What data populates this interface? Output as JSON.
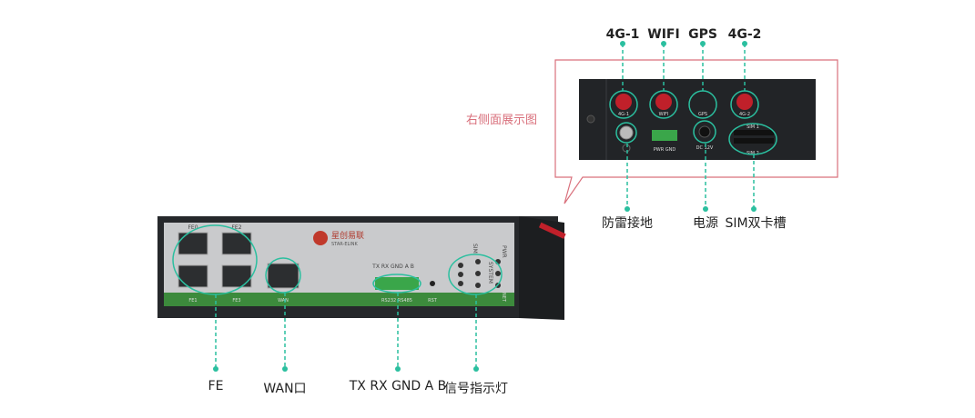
{
  "side_view": {
    "caption": "右侧面展示图",
    "top_labels": [
      "4G-1",
      "WIFI",
      "GPS",
      "4G-2"
    ],
    "bottom_labels": [
      "防雷接地",
      "电源",
      "SIM双卡槽"
    ],
    "panel_text": {
      "ant1": "4G-1",
      "ant2": "WIFI",
      "ant3": "GPS",
      "ant4": "4G-2",
      "pwr": "PWR GND",
      "dc": "DC 12V",
      "sim1": "SIM 1",
      "sim2": "SIM 2"
    }
  },
  "front_view": {
    "brand_cn": "星创易联",
    "brand_en": "STAR-ELINK",
    "port_text": {
      "fe0": "FE0",
      "fe2": "FE2",
      "fe1": "FE1",
      "fe3": "FE3",
      "wan": "WAN",
      "serial": "RS232  RS485",
      "serial_pins": "TX RX GND A B",
      "rst": "RST",
      "pwr": "PWR",
      "system": "SYSTEM",
      "net": "NET",
      "sim": "SIM"
    },
    "bottom_labels": [
      "FE",
      "WAN口",
      "TX RX GND A B",
      "信号指示灯"
    ]
  },
  "colors": {
    "accent": "#2bbf9f",
    "callout": "#d9707c",
    "green_strip": "#3c8a3c",
    "device": "#2a2d30",
    "antenna": "#c0202a"
  }
}
